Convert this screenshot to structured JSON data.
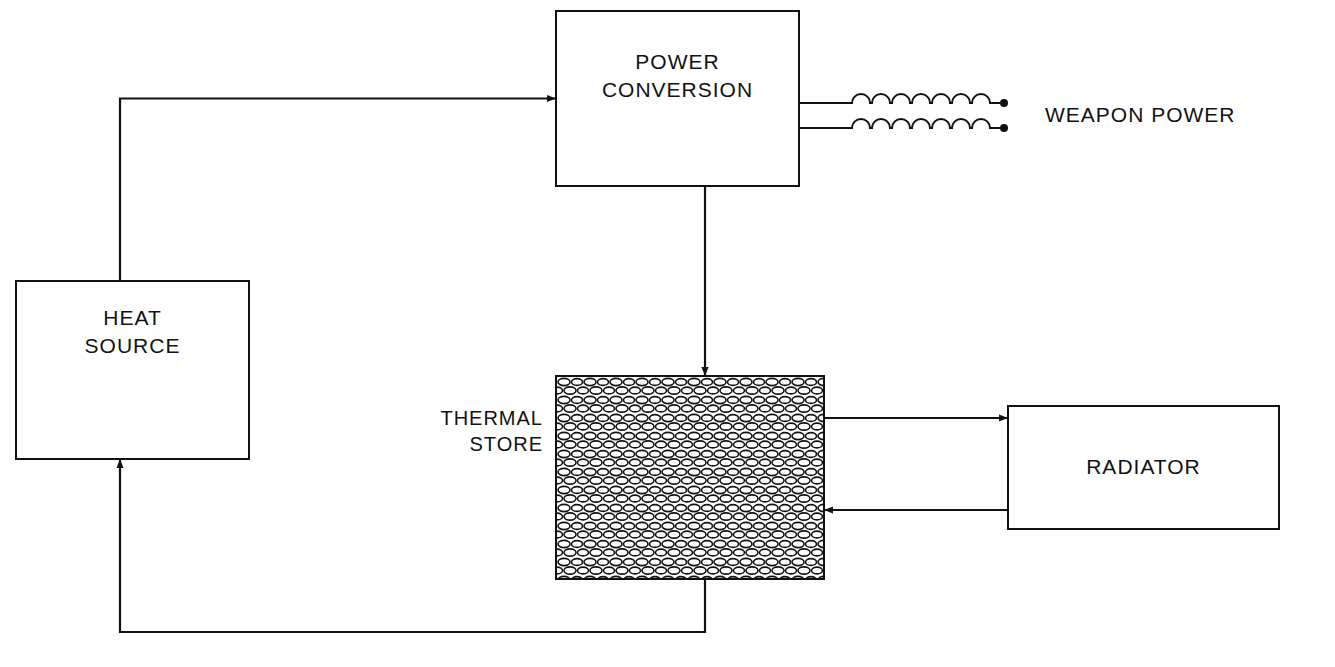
{
  "diagram": {
    "nodes": [
      {
        "text": [
          "HEAT SOURCE"
        ]
      },
      {
        "text": [
          "POWER CONVERSION"
        ]
      },
      {
        "text": [
          "THERMAL STORE"
        ]
      },
      {
        "text": [
          "RADIATOR"
        ]
      }
    ],
    "edges": [
      {
        "from": 0,
        "to": 1,
        "arrow": "to"
      },
      {
        "from": 1,
        "to": 2,
        "arrow": "to"
      },
      {
        "from": 2,
        "to": 3,
        "arrow": "to"
      },
      {
        "from": 3,
        "to": 2,
        "arrow": "to"
      },
      {
        "from": 2,
        "to": 0,
        "arrow": "to"
      }
    ],
    "labels": [
      "WEAPON POWER"
    ]
  }
}
